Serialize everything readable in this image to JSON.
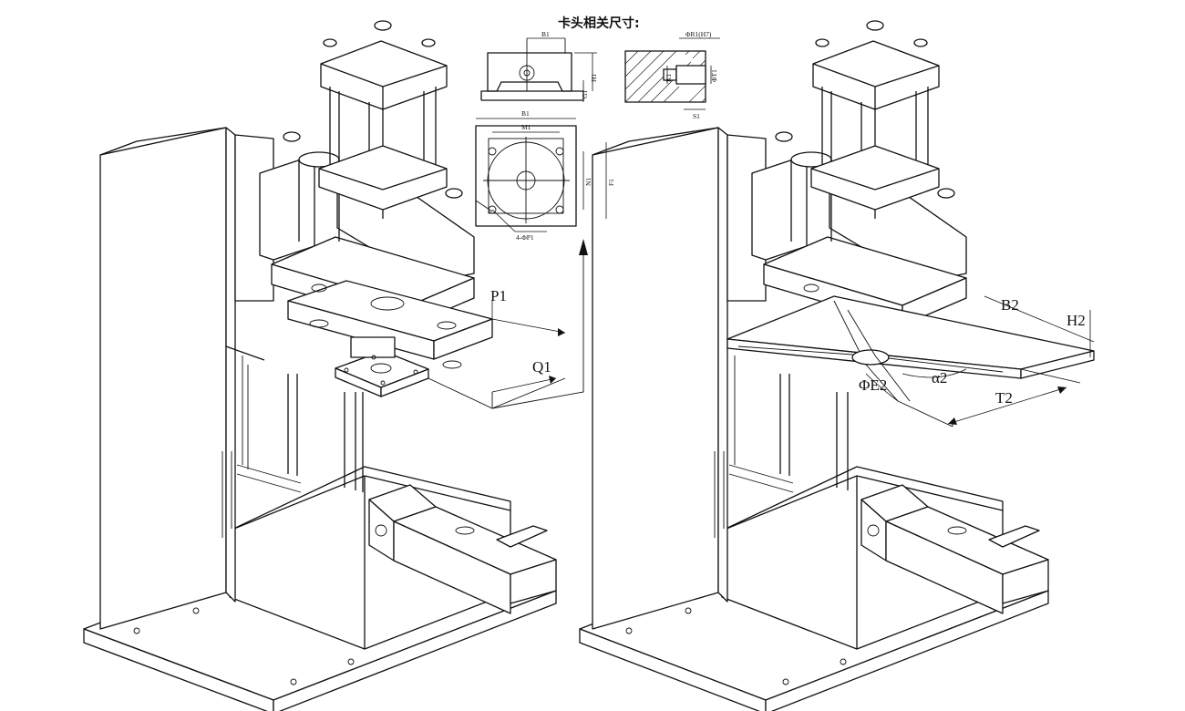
{
  "title": "卡头相关尺寸:",
  "left_machine": {
    "labels": {
      "p1": "P1",
      "q1": "Q1"
    }
  },
  "right_machine": {
    "labels": {
      "b2": "B2",
      "h2": "H2",
      "alpha2": "α2",
      "phi_e2": "ΦE2",
      "t2": "T2"
    }
  },
  "clamp_detail": {
    "front_view": {
      "b1": "B1",
      "h1": "H1",
      "g1": "G1"
    },
    "section_view": {
      "phi_r1": "ΦR1(H7)",
      "k1": "K1",
      "phi_t1": "ΦT1",
      "s1": "S1"
    },
    "top_view": {
      "b1": "B1",
      "m1": "M1",
      "n1": "N1",
      "f1": "F1",
      "holes": "4-ΦP1"
    }
  }
}
